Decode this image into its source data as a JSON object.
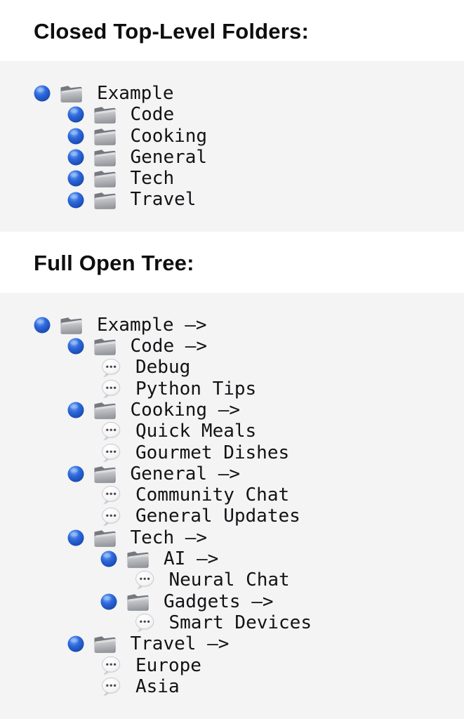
{
  "page": {
    "background": "#ffffff",
    "box_background": "#f4f4f5",
    "heading_color": "#0e0e10",
    "text_color": "#131316",
    "accent_blue": "#2563d4",
    "folder_gray": "#9a9da3"
  },
  "sections": [
    {
      "heading": "Closed Top-Level Folders:",
      "rows": [
        {
          "level": 0,
          "icons": [
            "blue-circle",
            "folder"
          ],
          "label": "Example"
        },
        {
          "level": 1,
          "icons": [
            "blue-circle",
            "folder"
          ],
          "label": "Code"
        },
        {
          "level": 1,
          "icons": [
            "blue-circle",
            "folder"
          ],
          "label": "Cooking"
        },
        {
          "level": 1,
          "icons": [
            "blue-circle",
            "folder"
          ],
          "label": "General"
        },
        {
          "level": 1,
          "icons": [
            "blue-circle",
            "folder"
          ],
          "label": "Tech"
        },
        {
          "level": 1,
          "icons": [
            "blue-circle",
            "folder"
          ],
          "label": "Travel"
        }
      ]
    },
    {
      "heading": "Full Open Tree:",
      "rows": [
        {
          "level": 0,
          "icons": [
            "blue-circle",
            "folder"
          ],
          "label": "Example —>"
        },
        {
          "level": 1,
          "icons": [
            "blue-circle",
            "folder"
          ],
          "label": "Code —>"
        },
        {
          "level": 2,
          "icons": [
            "speech-balloon"
          ],
          "label": "Debug"
        },
        {
          "level": 2,
          "icons": [
            "speech-balloon"
          ],
          "label": "Python Tips"
        },
        {
          "level": 1,
          "icons": [
            "blue-circle",
            "folder"
          ],
          "label": "Cooking —>"
        },
        {
          "level": 2,
          "icons": [
            "speech-balloon"
          ],
          "label": "Quick Meals"
        },
        {
          "level": 2,
          "icons": [
            "speech-balloon"
          ],
          "label": "Gourmet Dishes"
        },
        {
          "level": 1,
          "icons": [
            "blue-circle",
            "folder"
          ],
          "label": "General —>"
        },
        {
          "level": 2,
          "icons": [
            "speech-balloon"
          ],
          "label": "Community Chat"
        },
        {
          "level": 2,
          "icons": [
            "speech-balloon"
          ],
          "label": "General Updates"
        },
        {
          "level": 1,
          "icons": [
            "blue-circle",
            "folder"
          ],
          "label": "Tech —>"
        },
        {
          "level": 2,
          "icons": [
            "blue-circle",
            "folder"
          ],
          "label": "AI —>"
        },
        {
          "level": 3,
          "icons": [
            "speech-balloon"
          ],
          "label": "Neural Chat"
        },
        {
          "level": 2,
          "icons": [
            "blue-circle",
            "folder"
          ],
          "label": "Gadgets —>"
        },
        {
          "level": 3,
          "icons": [
            "speech-balloon"
          ],
          "label": "Smart Devices"
        },
        {
          "level": 1,
          "icons": [
            "blue-circle",
            "folder"
          ],
          "label": "Travel —>"
        },
        {
          "level": 2,
          "icons": [
            "speech-balloon"
          ],
          "label": "Europe"
        },
        {
          "level": 2,
          "icons": [
            "speech-balloon"
          ],
          "label": "Asia"
        }
      ]
    }
  ]
}
